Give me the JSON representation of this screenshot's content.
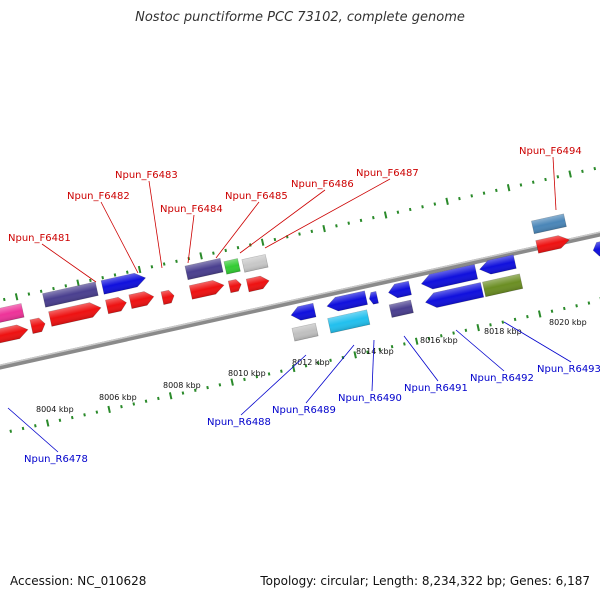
{
  "title": "Nostoc punctiforme PCC 73102, complete genome",
  "footer": {
    "accession": "Accession: NC_010628",
    "summary": "Topology: circular; Length: 8,234,322 bp; Genes: 6,187"
  },
  "colors": {
    "forward_label": "#cc0000",
    "reverse_label": "#0000cc",
    "backbone": "#8a8a8a",
    "tick": "#2a8a2a"
  },
  "scale_labels": [
    "8004 kbp",
    "8006 kbp",
    "8008 kbp",
    "8010 kbp",
    "8012 kbp",
    "8014 kbp",
    "8016 kbp",
    "8018 kbp",
    "8020 kbp"
  ],
  "forward_labels": [
    "Npun_F6481",
    "Npun_F6482",
    "Npun_F6483",
    "Npun_F6484",
    "Npun_F6485",
    "Npun_F6486",
    "Npun_F6487",
    "Npun_F6494"
  ],
  "reverse_labels": [
    "Npun_R6478",
    "Npun_R6488",
    "Npun_R6489",
    "Npun_R6490",
    "Npun_R6491",
    "Npun_R6492",
    "Npun_R6493"
  ]
}
